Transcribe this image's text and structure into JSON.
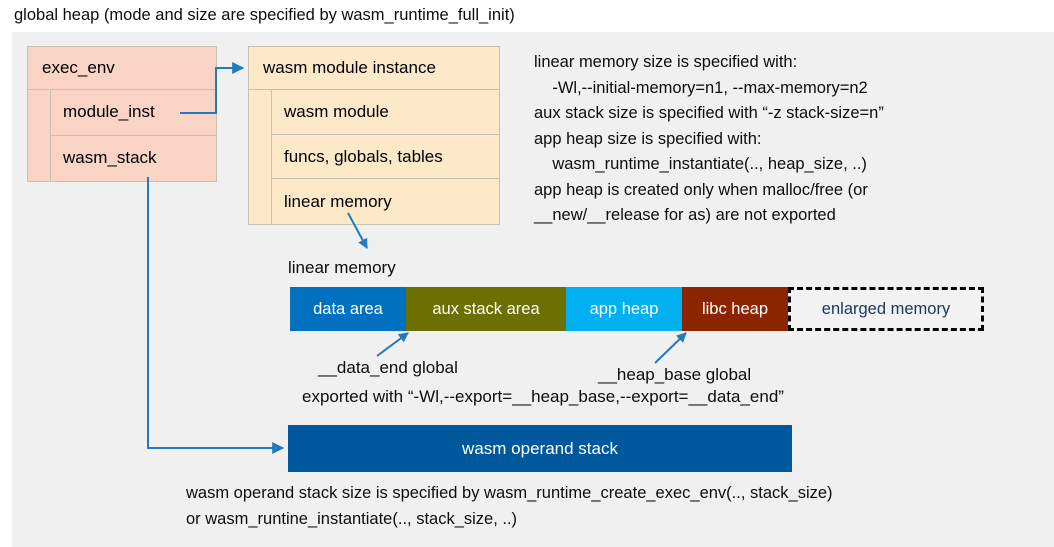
{
  "title": "global heap (mode and size are specified by wasm_runtime_full_init)",
  "colors": {
    "panel_bg": "#f0f0f0",
    "exec_env_fill": "#f9d3c4",
    "module_fill": "#fde9c8",
    "box_border": "#c9c0b4",
    "wire": "#1f7ac0",
    "data_area": "#0070c0",
    "aux_stack_area": "#6b7000",
    "app_heap": "#00b0f0",
    "libc_heap": "#8b2500",
    "enlarged_memory_fill": "#f2f2f2",
    "enlarged_memory_text": "#17375e",
    "operand_stack": "#00589c"
  },
  "exec_env": {
    "header": "exec_env",
    "fields": [
      {
        "label": "module_inst"
      },
      {
        "label": "wasm_stack"
      }
    ]
  },
  "module_instance": {
    "header": "wasm module instance",
    "fields": [
      {
        "label": "wasm module"
      },
      {
        "label": "funcs, globals, tables"
      },
      {
        "label": "linear memory"
      }
    ]
  },
  "notes": {
    "right_block": "linear memory size is specified with:\n    -Wl,--initial-memory=n1, --max-memory=n2\naux stack size is specified with “-z stack-size=n”\napp heap size is specified with:\n    wasm_runtime_instantiate(.., heap_size, ..)\napp heap is created only when malloc/free (or\n__new/__release for as) are not exported",
    "bottom_block": "wasm operand stack size is specified by wasm_runtime_create_exec_env(.., stack_size)\nor wasm_runtine_instantiate(.., stack_size, ..)"
  },
  "linear_memory": {
    "label": "linear memory",
    "segments": [
      {
        "label": "data area",
        "color": "#0070c0",
        "width": 116,
        "text_color": "#ffffff"
      },
      {
        "label": "aux stack area",
        "color": "#6b7000",
        "width": 160,
        "text_color": "#ffffff"
      },
      {
        "label": "app heap",
        "color": "#00b0f0",
        "width": 116,
        "text_color": "#ffffff"
      },
      {
        "label": "libc heap",
        "color": "#8b2500",
        "width": 106,
        "text_color": "#ffffff"
      },
      {
        "label": "enlarged memory",
        "color": "#f2f2f2",
        "width": 196,
        "text_color": "#17375e"
      }
    ]
  },
  "annotations": {
    "data_end": "__data_end global",
    "heap_base": "__heap_base global",
    "exported": "exported with “-Wl,--export=__heap_base,--export=__data_end”"
  },
  "operand_stack": {
    "label": "wasm operand stack"
  }
}
